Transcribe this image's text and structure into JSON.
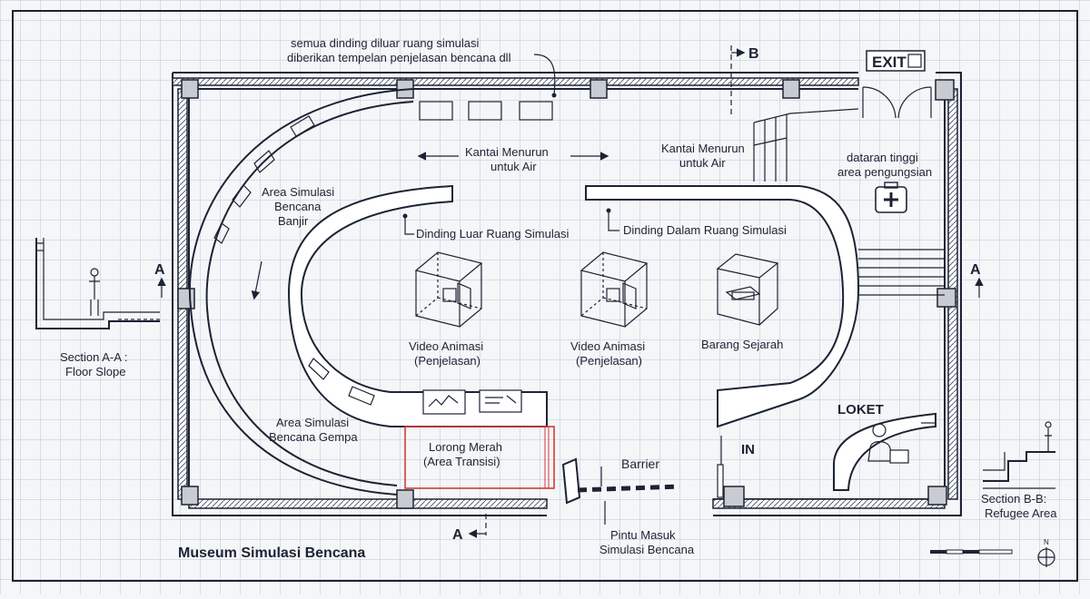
{
  "title": "Museum Simulasi Bencana",
  "notes": {
    "walls_note_line1": "semua dinding diluar ruang simulasi",
    "walls_note_line2": "diberikan tempelan penjelasan bencana dll"
  },
  "sections": {
    "b_marker": "B",
    "a_marker_left": "A",
    "a_marker_right": "A",
    "a_marker_bottom": "A",
    "section_aa_line1": "Section A-A :",
    "section_aa_line2": "Floor Slope",
    "section_bb_line1": "Section B-B:",
    "section_bb_line2": "Refugee Area"
  },
  "exit": {
    "label": "EXIT"
  },
  "areas": {
    "kantai_1_line1": "Kantai Menurun",
    "kantai_1_line2": "untuk Air",
    "kantai_2_line1": "Kantai Menurun",
    "kantai_2_line2": "untuk Air",
    "dataran_line1": "dataran tinggi",
    "dataran_line2": "area pengungsian",
    "banjir_line1": "Area Simulasi",
    "banjir_line2": "Bencana",
    "banjir_line3": "Banjir",
    "dinding_luar": "Dinding Luar Ruang Simulasi",
    "dinding_dalam": "Dinding Dalam Ruang Simulasi",
    "video1_line1": "Video Animasi",
    "video1_line2": "(Penjelasan)",
    "video2_line1": "Video Animasi",
    "video2_line2": "(Penjelasan)",
    "barang": "Barang Sejarah",
    "loket": "LOKET",
    "in": "IN",
    "gempa_line1": "Area Simulasi",
    "gempa_line2": "Bencana Gempa",
    "lorong_line1": "Lorong Merah",
    "lorong_line2": "(Area Transisi)",
    "barrier": "Barrier",
    "pintu_line1": "Pintu Masuk",
    "pintu_line2": "Simulasi Bencana"
  },
  "compass": {
    "north": "N"
  },
  "icons": [
    "first-aid-icon",
    "person-icon",
    "display-case-icon",
    "video-cube-icon",
    "north-arrow-icon"
  ],
  "colors": {
    "ink": "#1c2333",
    "grid": "#b9c7d6",
    "paper": "#f4f6f8",
    "red_corridor": "#d23b3b"
  }
}
